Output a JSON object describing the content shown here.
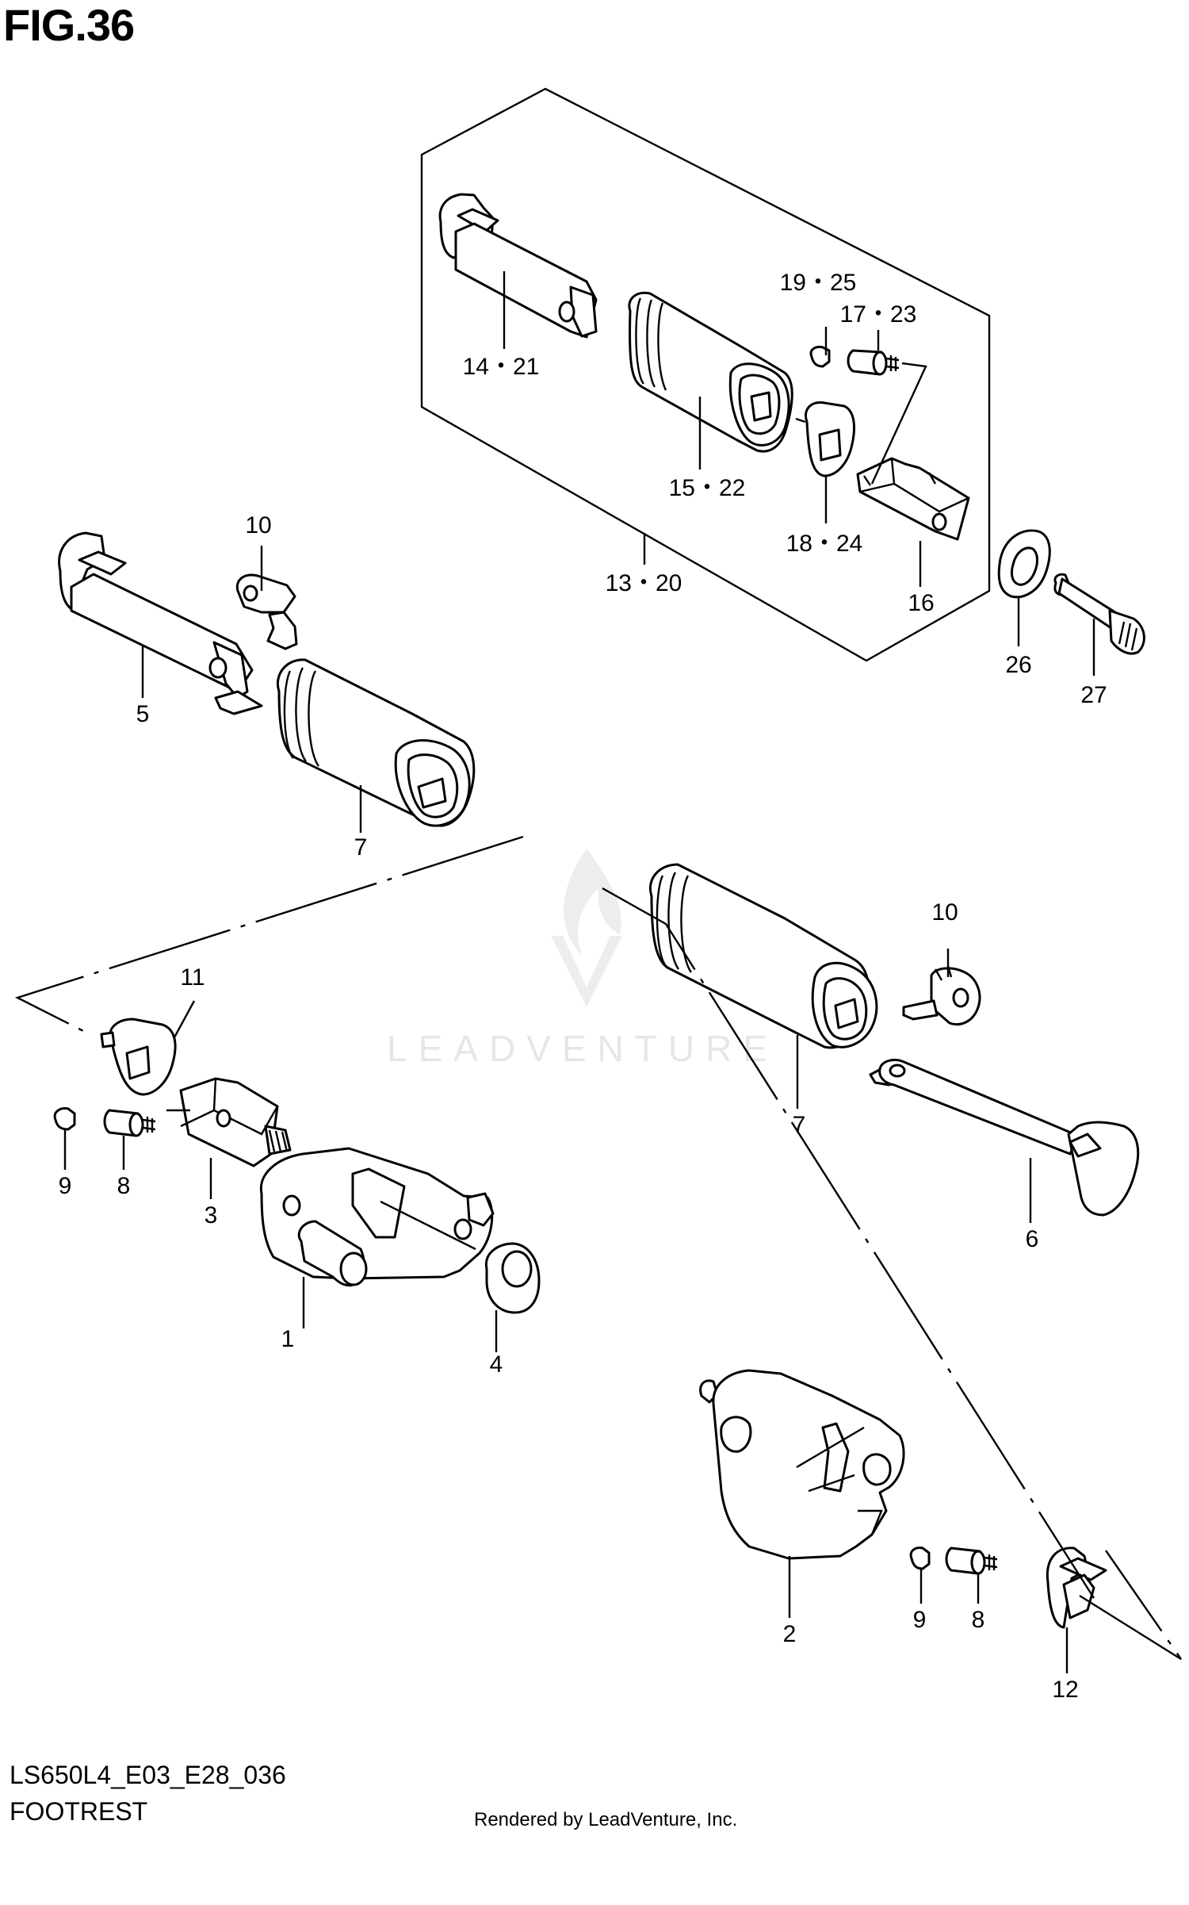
{
  "figure": {
    "title": "FIG.36",
    "code": "LS650L4_E03_E28_036",
    "name": "FOOTREST",
    "render_note": "Rendered by LeadVenture, Inc.",
    "watermark": "LEADVENTURE"
  },
  "callouts": {
    "c1": "1",
    "c2": "2",
    "c3": "3",
    "c4": "4",
    "c5": "5",
    "c6": "6",
    "c7a": "7",
    "c7b": "7",
    "c8a": "8",
    "c8b": "8",
    "c9a": "9",
    "c9b": "9",
    "c10a": "10",
    "c10b": "10",
    "c11": "11",
    "c12": "12",
    "c13_20": "13・20",
    "c14_21": "14・21",
    "c15_22": "15・22",
    "c16": "16",
    "c17_23": "17・23",
    "c18_24": "18・24",
    "c19_25": "19・25",
    "c26": "26",
    "c27": "27"
  }
}
